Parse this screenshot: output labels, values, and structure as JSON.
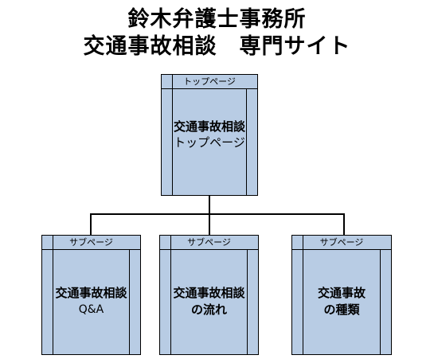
{
  "title": {
    "line1": "鈴木弁護士事務所",
    "line2": "交通事故相談　専門サイト"
  },
  "top_page": {
    "header": "トップページ",
    "line1": "交通事故相談",
    "line2": "トップページ"
  },
  "sub_pages": [
    {
      "header": "サブページ",
      "line1": "交通事故相談",
      "line2": "Q&A"
    },
    {
      "header": "サブページ",
      "line1": "交通事故相談",
      "line2": "の流れ"
    },
    {
      "header": "サブページ",
      "line1": "交通事故",
      "line2": "の種類"
    }
  ],
  "colors": {
    "box_fill": "#b8cce4",
    "line": "#000000"
  }
}
